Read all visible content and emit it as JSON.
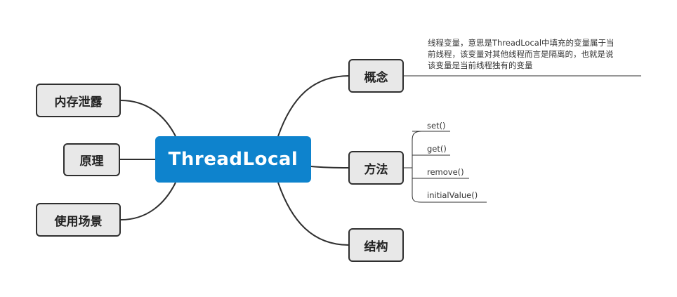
{
  "root": {
    "label": "ThreadLocal"
  },
  "left_branches": [
    {
      "id": "memory-leak",
      "label": "内存泄露"
    },
    {
      "id": "principle",
      "label": "原理"
    },
    {
      "id": "use-cases",
      "label": "使用场景"
    }
  ],
  "right_branches": {
    "concept": {
      "label": "概念",
      "note_lines": [
        "线程变量，意思是ThreadLocal中填充的变量属于当",
        "前线程，该变量对其他线程而言是隔离的，也就是说",
        "该变量是当前线程独有的变量"
      ]
    },
    "methods": {
      "label": "方法",
      "items": [
        "set()",
        "get()",
        "remove()",
        "initialValue()"
      ]
    },
    "structure": {
      "label": "结构"
    }
  },
  "colors": {
    "root_fill": "#0e83cd",
    "node_fill": "#e8e8e8",
    "node_border": "#2f2f2f",
    "line": "#2f2f2f"
  }
}
